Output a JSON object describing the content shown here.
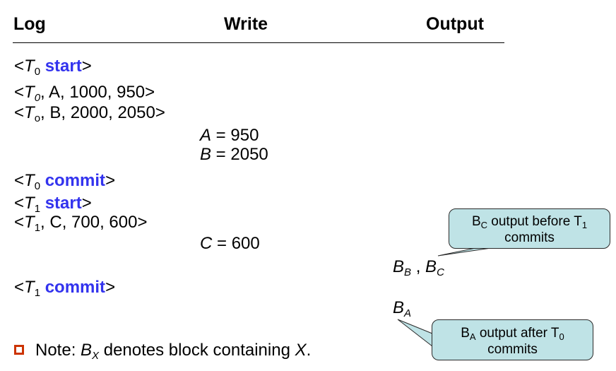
{
  "headers": {
    "log": "Log",
    "write": "Write",
    "output": "Output"
  },
  "log": {
    "t0_start": {
      "lt": "<",
      "t": "T",
      "sub": "0",
      "kw": "start",
      "gt": ">"
    },
    "t0_a": {
      "lt": "<",
      "t": "T",
      "sub": "0",
      "rest": ", A, 1000, 950>"
    },
    "t0_b": {
      "lt": "<",
      "t": "T",
      "sub": "o",
      "rest": ", B, 2000, 2050>"
    },
    "t0_commit": {
      "lt": "<",
      "t": "T",
      "sub": "0",
      "kw": "commit",
      "gt": ">"
    },
    "t1_start": {
      "lt": "<",
      "t": "T",
      "sub": "1",
      "kw": "start",
      "gt": ">"
    },
    "t1_c": {
      "lt": "<",
      "t": "T",
      "sub": "1",
      "rest": ", C, 700, 600>"
    },
    "t1_commit": {
      "lt": "<",
      "t": "T",
      "sub": "1",
      "kw": "commit",
      "gt": ">"
    }
  },
  "write": {
    "a": {
      "var": "A",
      "rest": " = 950"
    },
    "b": {
      "var": "B",
      "rest": " = 2050"
    },
    "c": {
      "var": "C",
      "rest": " = 600"
    }
  },
  "output": {
    "bb": {
      "b": "B",
      "sub": "B"
    },
    "sep": " , ",
    "bc": {
      "b": "B",
      "sub": "C"
    },
    "ba": {
      "b": "B",
      "sub": "A"
    }
  },
  "note": {
    "prefix": "Note: ",
    "b": "B",
    "sub": "X",
    "mid": " denotes block containing ",
    "x": "X",
    "end": "."
  },
  "callouts": {
    "bc": {
      "b": "B",
      "sub": "C",
      "text1": " output before T",
      "sub2": "1",
      "line2": "commits"
    },
    "ba": {
      "b": "B",
      "sub": "A",
      "text1": " output after T",
      "sub2": "0",
      "line2": "commits"
    }
  },
  "colors": {
    "keyword": "#3333ee",
    "callout_fill": "#bfe3e6",
    "bullet": "#cc3300"
  },
  "icons": {
    "bullet": "hollow-square-bullet-icon"
  }
}
